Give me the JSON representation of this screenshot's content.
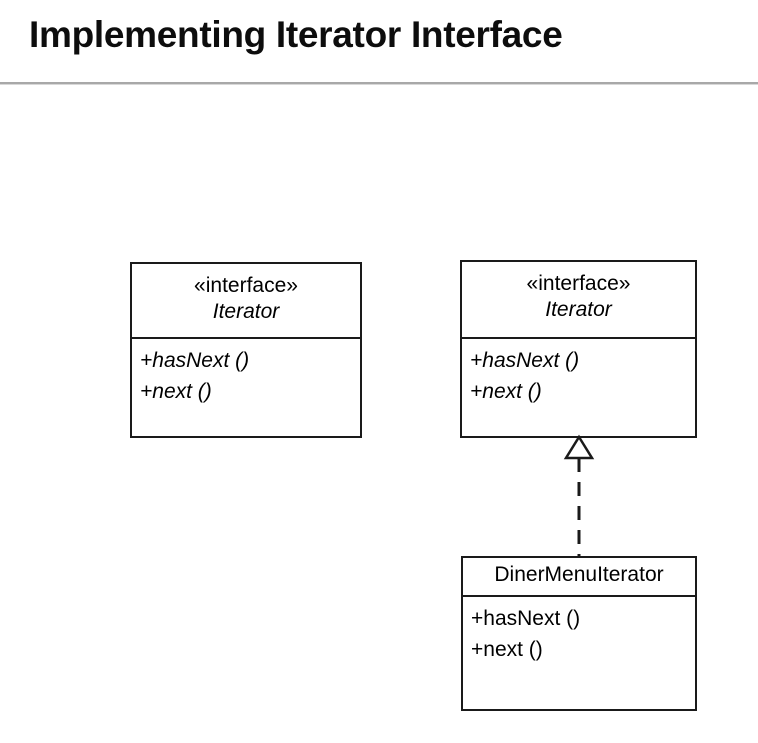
{
  "slide": {
    "title": "Implementing Iterator Interface"
  },
  "diagram": {
    "type": "uml-class-diagram",
    "stroke_color": "#1a1a1a",
    "background_color": "#ffffff",
    "classes": [
      {
        "id": "iterator-left",
        "stereotype": "«interface»",
        "name": "Iterator",
        "name_style": "italic",
        "members": [
          {
            "text": "+hasNext ()",
            "style": "italic"
          },
          {
            "text": "+next ()",
            "style": "italic"
          }
        ]
      },
      {
        "id": "iterator-right",
        "stereotype": "«interface»",
        "name": "Iterator",
        "name_style": "italic",
        "members": [
          {
            "text": "+hasNext ()",
            "style": "italic"
          },
          {
            "text": "+next ()",
            "style": "italic"
          }
        ]
      },
      {
        "id": "dinermenuiterator",
        "stereotype": "",
        "name": "DinerMenuIterator",
        "name_style": "plain",
        "members": [
          {
            "text": "+hasNext ()",
            "style": "plain"
          },
          {
            "text": "+next ()",
            "style": "plain"
          }
        ]
      }
    ],
    "connectors": [
      {
        "id": "realization-dinermenuiterator-iterator",
        "kind": "realization",
        "line": "dashed",
        "arrowhead": "hollow-triangle",
        "from": "dinermenuiterator",
        "to": "iterator-right"
      }
    ]
  }
}
